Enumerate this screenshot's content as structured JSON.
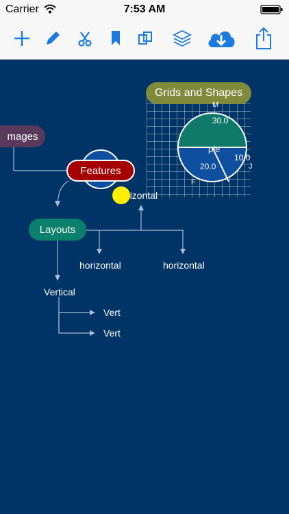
{
  "status": {
    "carrier": "Carrier",
    "time": "7:53 AM"
  },
  "toolbar": {
    "buttons": [
      "add",
      "edit",
      "cut",
      "bookmark",
      "copy",
      "layers",
      "cloud-download",
      "share"
    ]
  },
  "colors": {
    "canvas": "#003366",
    "tint": "#1a7ae0",
    "features_fill": "#a50000",
    "layouts_fill": "#0a7f6b",
    "grid_title_fill": "#7f8a3a",
    "images_fill": "#5a3a5a",
    "pie_teal": "#0f7a6a",
    "pie_blue": "#0f4fa0"
  },
  "mindmap": {
    "images": "mages",
    "features": "Features",
    "grids_title": "Grids and Shapes",
    "layouts": "Layouts",
    "horizontal_top": "rizontal",
    "horizontal_left": "horizontal",
    "horizontal_right": "horizontal",
    "vertical": "Vertical",
    "vert1": "Vert",
    "vert2": "Vert"
  },
  "pie": {
    "label": "pie",
    "letters": {
      "top": "M",
      "right": "J",
      "bottom": "F"
    },
    "values": [
      "30.0",
      "20.0",
      "10.0"
    ]
  }
}
